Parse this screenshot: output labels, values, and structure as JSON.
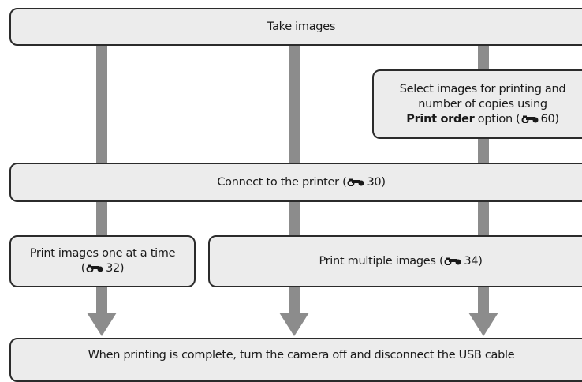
{
  "steps": {
    "take_images": "Take images",
    "select_images": {
      "line1": "Select images for printing and",
      "line2": "number of copies using",
      "bold": "Print order",
      "rest": " option (",
      "ref": "60",
      "close": ")"
    },
    "connect": {
      "text": "Connect to the printer (",
      "ref": "30",
      "close": ")"
    },
    "print_one": {
      "line1": "Print images one at a time",
      "open": "(",
      "ref": "32",
      "close": ")"
    },
    "print_multiple": {
      "text": "Print multiple images (",
      "ref": "34",
      "close": ")"
    },
    "finish": "When printing is complete, turn the camera off and disconnect the USB cable"
  },
  "icons": {
    "reference": "reference-binoculars-icon"
  },
  "colors": {
    "box_fill": "#ececec",
    "box_border": "#2b2b2b",
    "arrow": "#8c8c8c"
  }
}
